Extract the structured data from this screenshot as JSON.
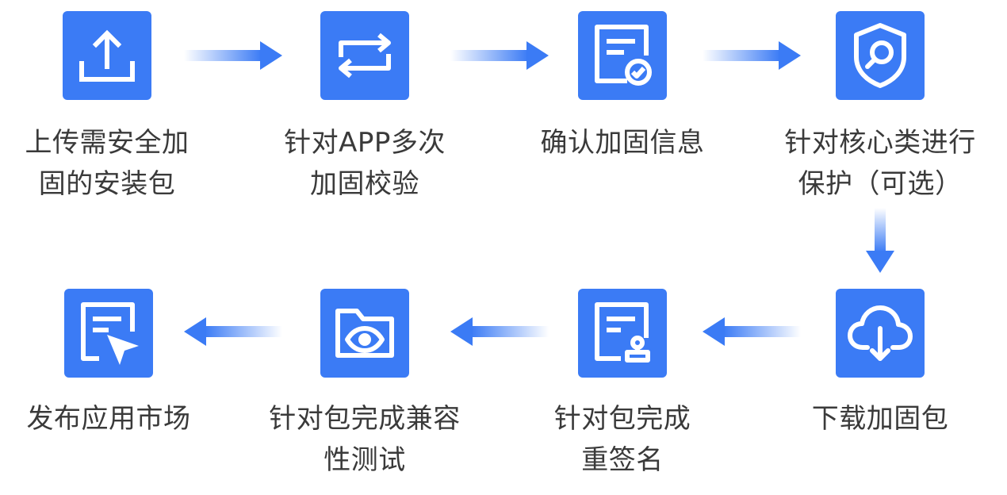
{
  "colors": {
    "icon_bg": "#3b7bf5",
    "arrow": "#3b7bf5",
    "text": "#3a3a3a"
  },
  "steps": [
    {
      "icon": "upload-icon",
      "lines": [
        "上传需安全加",
        "固的安装包"
      ]
    },
    {
      "icon": "repeat-icon",
      "lines": [
        "针对APP多次",
        "加固校验"
      ]
    },
    {
      "icon": "document-check-icon",
      "lines": [
        "确认加固信息"
      ]
    },
    {
      "icon": "shield-search-icon",
      "lines": [
        "针对核心类进行",
        "保护（可选）"
      ]
    },
    {
      "icon": "cloud-download-icon",
      "lines": [
        "下载加固包"
      ]
    },
    {
      "icon": "document-stamp-icon",
      "lines": [
        "针对包完成",
        "重签名"
      ]
    },
    {
      "icon": "folder-eye-icon",
      "lines": [
        "针对包完成兼容",
        "性测试"
      ]
    },
    {
      "icon": "document-send-icon",
      "lines": [
        "发布应用市场"
      ]
    }
  ]
}
